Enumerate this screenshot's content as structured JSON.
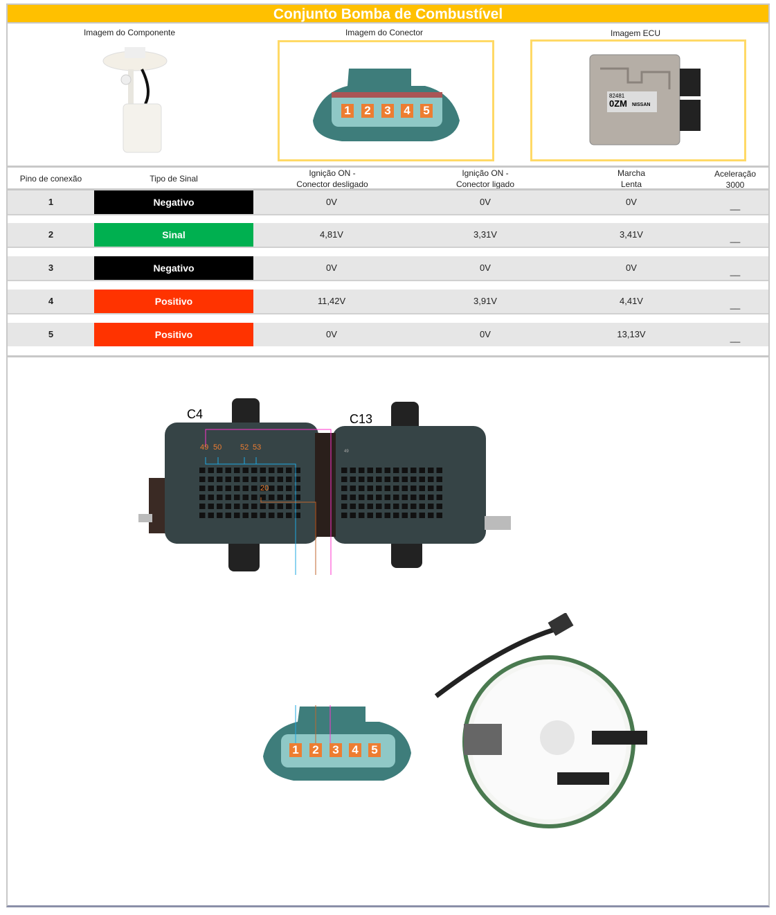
{
  "title": "Conjunto Bomba de Combustível",
  "images": {
    "component": "Imagem do Componente",
    "connector": "Imagem do Conector",
    "ecu": "Imagem ECU",
    "ecu_label_code": "82481",
    "ecu_label_id": "0ZM",
    "ecu_brand": "NISSAN"
  },
  "connector_pins": [
    "1",
    "2",
    "3",
    "4",
    "5"
  ],
  "table": {
    "headers": {
      "pin": "Pino de conexão",
      "type": "Tipo de Sinal",
      "ign_off": "Ignição ON -",
      "ign_off2": "Conector desligado",
      "ign_on": "Ignição ON -",
      "ign_on2": "Conector ligado",
      "idle": "Marcha",
      "idle2": "Lenta",
      "accel": "Aceleração",
      "accel2": "3000"
    },
    "rows": [
      {
        "pin": "1",
        "type": "Negativo",
        "type_color": "#000000",
        "ign_off": "0V",
        "ign_on": "0V",
        "idle": "0V",
        "accel": "__"
      },
      {
        "pin": "2",
        "type": "Sinal",
        "type_color": "#00B050",
        "ign_off": "4,81V",
        "ign_on": "3,31V",
        "idle": "3,41V",
        "accel": "__"
      },
      {
        "pin": "3",
        "type": "Negativo",
        "type_color": "#000000",
        "ign_off": "0V",
        "ign_on": "0V",
        "idle": "0V",
        "accel": "__"
      },
      {
        "pin": "4",
        "type": "Positivo",
        "type_color": "#FF3300",
        "ign_off": "11,42V",
        "ign_on": "3,91V",
        "idle": "4,41V",
        "accel": "__"
      },
      {
        "pin": "5",
        "type": "Positivo",
        "type_color": "#FF3300",
        "ign_off": "0V",
        "ign_on": "0V",
        "idle": "13,13V",
        "accel": "__"
      }
    ]
  },
  "diagram": {
    "c4_label": "C4",
    "c13_label": "C13",
    "ecu_pins": [
      "49",
      "50",
      "52",
      "53",
      "20"
    ],
    "c13_pin_small": "49"
  },
  "colors": {
    "header": "#FFC000",
    "pin_badge": "#ED7D31",
    "wire_cyan": "#1EA7E1",
    "wire_brown": "#C0662D",
    "wire_magenta": "#FF33CC"
  }
}
